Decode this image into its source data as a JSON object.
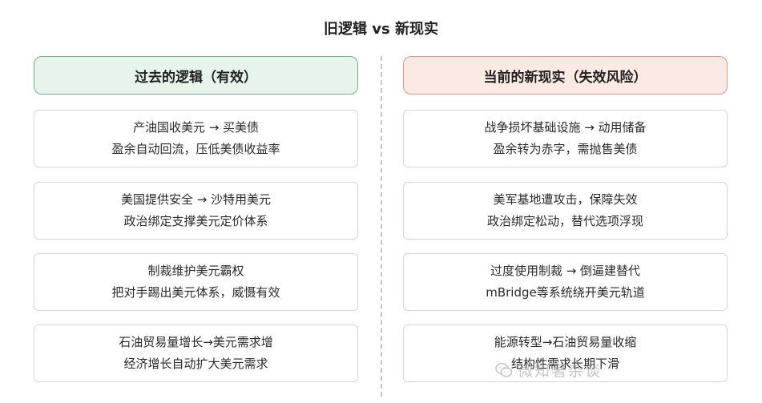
{
  "title": "旧逻辑 vs 新现实",
  "left": {
    "header": "过去的逻辑（有效）",
    "cards": [
      {
        "line1": "产油国收美元 → 买美债",
        "line2": "盈余自动回流，压低美债收益率"
      },
      {
        "line1": "美国提供安全 → 沙特用美元",
        "line2": "政治绑定支撑美元定价体系"
      },
      {
        "line1": "制裁维护美元霸权",
        "line2": "把对手踢出美元体系，威慑有效"
      },
      {
        "line1": "石油贸易量增长→美元需求增",
        "line2": "经济增长自动扩大美元需求"
      }
    ]
  },
  "right": {
    "header": "当前的新现实（失效风险）",
    "cards": [
      {
        "line1": "战争损坏基础设施 → 动用储备",
        "line2": "盈余转为赤字，需抛售美债"
      },
      {
        "line1": "美军基地遭攻击，保障失效",
        "line2": "政治绑定松动，替代选项浮现"
      },
      {
        "line1": "过度使用制裁 → 倒逼建替代",
        "line2": "mBridge等系统绕开美元轨道"
      },
      {
        "line1": "能源转型→石油贸易量收缩",
        "line2": "结构性需求长期下滑"
      }
    ]
  },
  "watermark": {
    "text": "微知著杂谈",
    "icon": "wechat-logo-icon"
  },
  "colors": {
    "left_header_bg": "#e6f4ec",
    "left_header_border": "#6fb48c",
    "right_header_bg": "#fbeae3",
    "right_header_border": "#d99a86"
  }
}
